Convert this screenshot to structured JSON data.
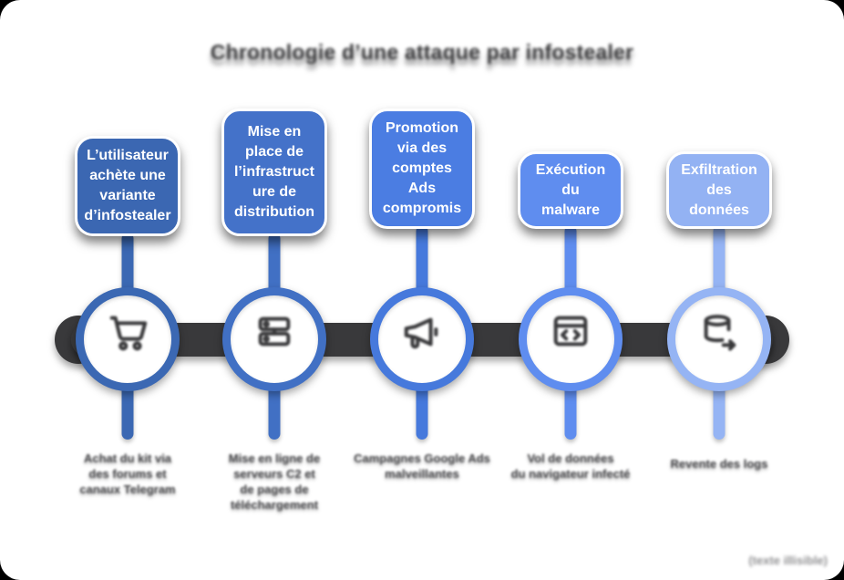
{
  "title": "Chronologie d’une attaque par infostealer",
  "watermark_text": "(texte illisible)",
  "timeline": {
    "bar_color": "#39393b",
    "icon_color": "#38383a"
  },
  "steps": [
    {
      "label": "L’utilisateur\nachète une\nvariante\nd’infostealer",
      "caption": "Achat du kit via\ndes forums et\ncanaux Telegram",
      "icon": "shopping-cart-icon",
      "box_color": "#3b67b2",
      "ring_color": "#3b68b3"
    },
    {
      "label": "Mise en\nplace de\nl’infrastruct\nure de\ndistribution",
      "caption": "Mise en ligne de\nserveurs C2 et\nde pages de\ntéléchargement",
      "icon": "server-infrastructure-icon",
      "box_color": "#4472c9",
      "ring_color": "#4170c4"
    },
    {
      "label": "Promotion\nvia des\ncomptes\nAds\ncompromis",
      "caption": "Campagnes Google Ads\nmalveillantes",
      "icon": "megaphone-icon",
      "box_color": "#4b7de2",
      "ring_color": "#4679dc"
    },
    {
      "label": "Exécution\ndu\nmalware",
      "caption": "Vol de données\ndu navigateur infecté",
      "icon": "code-window-icon",
      "box_color": "#5f8def",
      "ring_color": "#5f8def"
    },
    {
      "label": "Exfiltration\ndes\ndonnées",
      "caption": "Revente des logs",
      "icon": "database-export-icon",
      "box_color": "#93b2f3",
      "ring_color": "#95b4f4"
    }
  ]
}
